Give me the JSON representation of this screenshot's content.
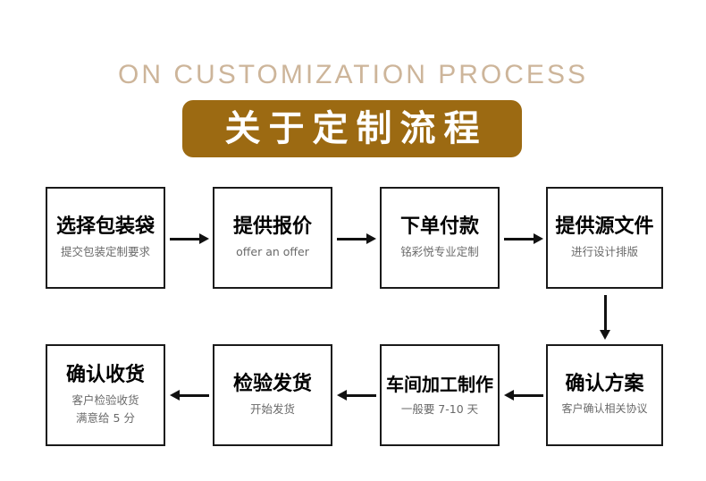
{
  "header": {
    "title_en": "ON CUSTOMIZATION PROCESS",
    "title_cn": "关于定制流程",
    "accent_color": "#9c6a12",
    "title_en_color": "#cdb59a"
  },
  "flow": {
    "steps": [
      {
        "id": "step-1",
        "title": "选择包装袋",
        "sub": [
          "提交包装定制要求"
        ]
      },
      {
        "id": "step-2",
        "title": "提供报价",
        "sub": [
          "offer an offer"
        ]
      },
      {
        "id": "step-3",
        "title": "下单付款",
        "sub": [
          "铭彩悦专业定制"
        ]
      },
      {
        "id": "step-4",
        "title": "提供源文件",
        "sub": [
          "进行设计排版"
        ]
      },
      {
        "id": "step-5",
        "title": "确认方案",
        "sub": [
          "客户确认相关协议"
        ]
      },
      {
        "id": "step-6",
        "title": "车间加工制作",
        "sub": [
          "一般要 7-10 天"
        ]
      },
      {
        "id": "step-7",
        "title": "检验发货",
        "sub": [
          "开始发货"
        ]
      },
      {
        "id": "step-8",
        "title": "确认收货",
        "sub": [
          "客户检验收货",
          "满意给 5 分"
        ]
      }
    ],
    "connectors": [
      {
        "id": "connector-1-2",
        "direction": "right"
      },
      {
        "id": "connector-2-3",
        "direction": "right"
      },
      {
        "id": "connector-3-4",
        "direction": "right"
      },
      {
        "id": "connector-4-5",
        "direction": "down"
      },
      {
        "id": "connector-5-6",
        "direction": "left"
      },
      {
        "id": "connector-6-7",
        "direction": "left"
      },
      {
        "id": "connector-7-8",
        "direction": "left"
      }
    ]
  }
}
